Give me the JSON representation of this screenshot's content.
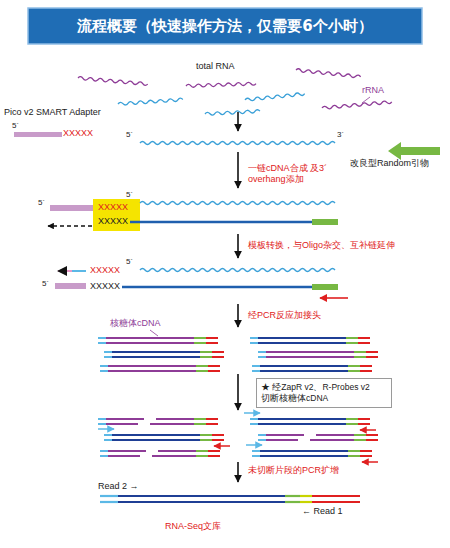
{
  "diagram": {
    "title": "流程概要（快速操作方法，仅需要6个小时）",
    "nodes": [
      {
        "text": [
          "★ 经ZapR v2、R-Probes v2 切断核糖体cDNA"
        ]
      }
    ],
    "labels": [
      "total RNA",
      "rRNA",
      "Pico v2 SMART Adapter",
      "5´",
      "XXXXX",
      "5´",
      "3´",
      "改良型Random引物",
      "一链cDNA合成 及3´ overhang添加",
      "5´",
      "5´",
      "XXXXX",
      "XXXXX",
      "模板转换，与Oligo杂交、互补链延伸",
      "5´",
      "XXXXX",
      "5´",
      "XXXXX",
      "经PCR反应加接头",
      "核糖体cDNA",
      "未切断片段的PCR扩增",
      "Read 2 →",
      "← Read 1",
      "RNA-Seq文库"
    ]
  }
}
